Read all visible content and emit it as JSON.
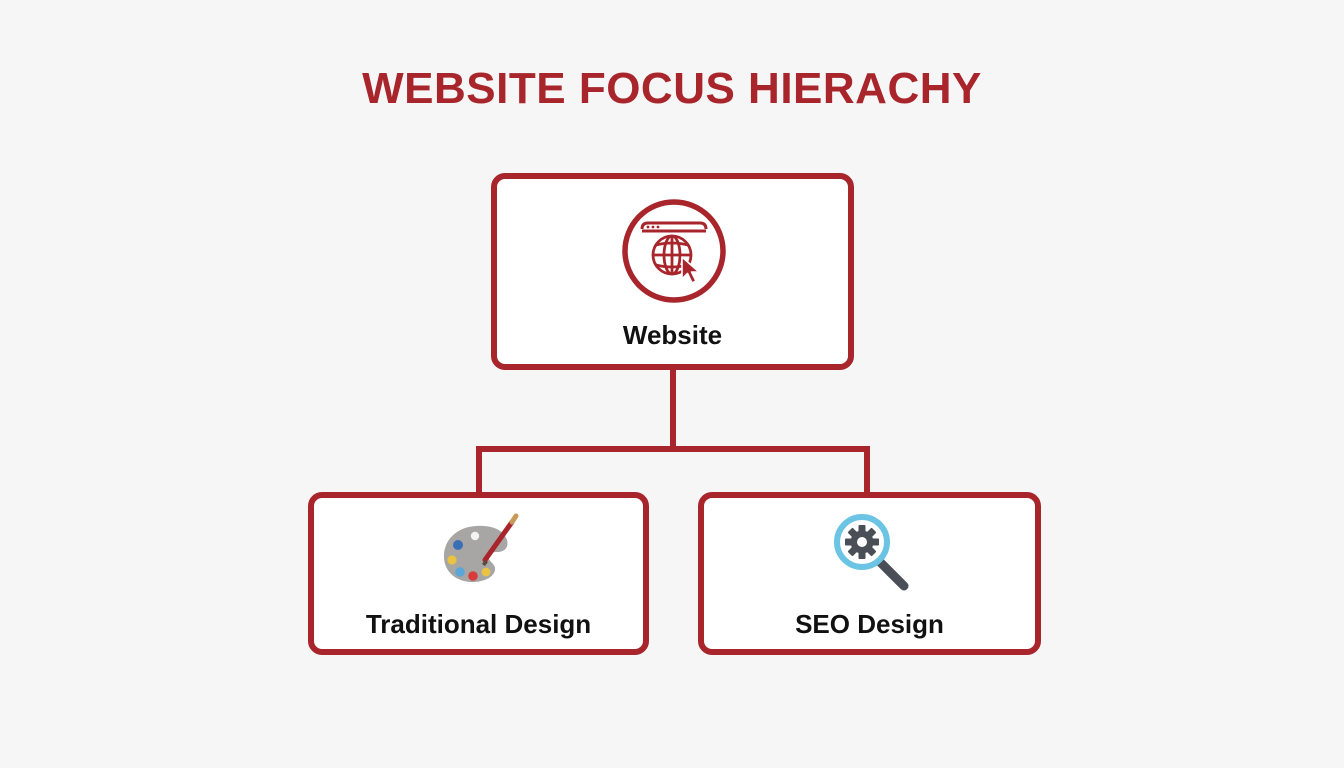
{
  "diagram": {
    "title": "WEBSITE FOCUS HIERACHY",
    "root": {
      "label": "Website",
      "icon": "globe-browser-cursor-icon"
    },
    "children": [
      {
        "label": "Traditional Design",
        "icon": "paint-palette-icon"
      },
      {
        "label": "SEO Design",
        "icon": "gear-magnifier-icon"
      }
    ]
  },
  "colors": {
    "accent": "#a8252c",
    "text": "#111111",
    "background": "#f6f6f6"
  }
}
